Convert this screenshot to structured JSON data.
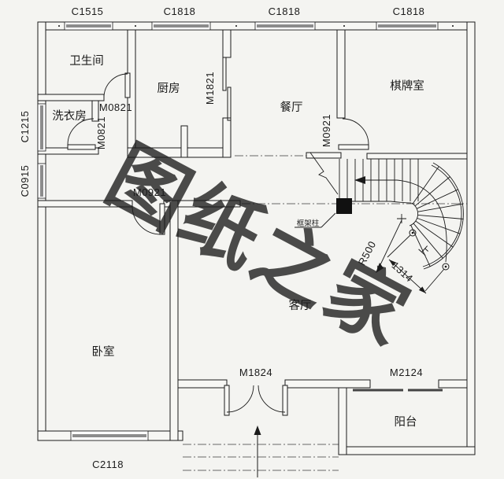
{
  "watermark": {
    "text": "图纸之家"
  },
  "rooms": {
    "bathroom": "卫生间",
    "laundry": "洗衣房",
    "kitchen": "厨房",
    "dining": "餐厅",
    "chess_room": "棋牌室",
    "bedroom": "卧室",
    "living_room": "客厅",
    "balcony": "阳台"
  },
  "windows": {
    "c1515": "C1515",
    "c1818_kitchen": "C1818",
    "c1818_dining": "C1818",
    "c1818_chess": "C1818",
    "c1215": "C1215",
    "c0915": "C0915",
    "c2118": "C2118"
  },
  "doors": {
    "bathroom_door": "M0821",
    "laundry_door": "M0821",
    "kitchen_door": "M1821",
    "chess_door": "M0921",
    "bedroom_door": "M0921",
    "entry_door": "M1824",
    "balcony_door": "M2124"
  },
  "stairs": {
    "radius": "R500",
    "width_dim": "1314",
    "direction": "上",
    "column": "框架柱"
  },
  "colors": {
    "line": "#1b1b1b",
    "watermark": "#c9564f",
    "window_fill": "#8c8c8c",
    "background": "#f4f4f1"
  }
}
